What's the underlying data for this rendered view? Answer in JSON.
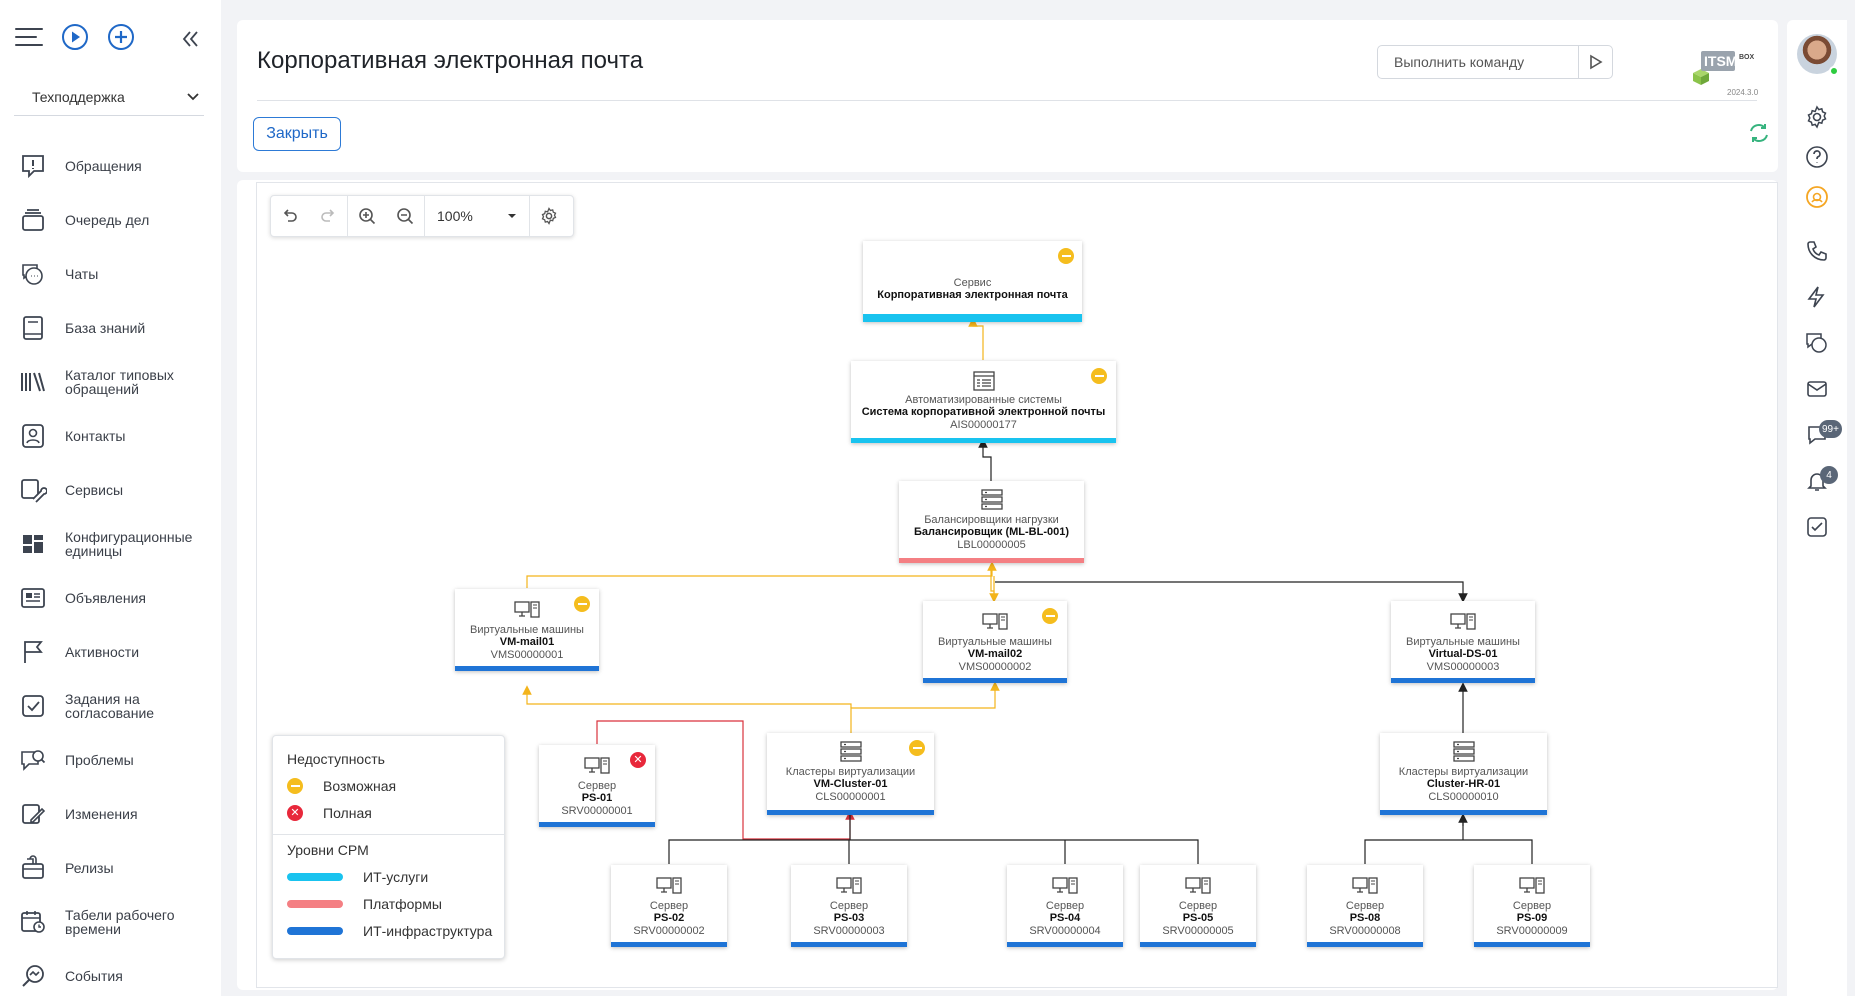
{
  "sidebar": {
    "department": "Техподдержка",
    "items": [
      {
        "label": "Обращения"
      },
      {
        "label": "Очередь дел"
      },
      {
        "label": "Чаты"
      },
      {
        "label": "База знаний"
      },
      {
        "label": "Каталог типовых обращений"
      },
      {
        "label": "Контакты"
      },
      {
        "label": "Сервисы"
      },
      {
        "label": "Конфигурационные единицы"
      },
      {
        "label": "Объявления"
      },
      {
        "label": "Активности"
      },
      {
        "label": "Задания на согласование"
      },
      {
        "label": "Проблемы"
      },
      {
        "label": "Изменения"
      },
      {
        "label": "Релизы"
      },
      {
        "label": "Табели рабочего времени"
      },
      {
        "label": "События"
      }
    ]
  },
  "header": {
    "title": "Корпоративная электронная почта",
    "command_placeholder": "Выполнить команду",
    "logo_text": "ITSM",
    "logo_suffix": "BOX",
    "version": "2024.3.0",
    "close_label": "Закрыть"
  },
  "toolbar": {
    "zoom": "100%"
  },
  "diagram": {
    "nodes": {
      "service": {
        "type": "Сервис",
        "name": "Корпоративная электронная почта",
        "code": ""
      },
      "ais": {
        "type": "Автоматизированные системы",
        "name": "Система корпоративной электронной почты",
        "code": "AIS00000177"
      },
      "lbl": {
        "type": "Балансировщики нагрузки",
        "name": "Балансировщик (ML-BL-001)",
        "code": "LBL00000005"
      },
      "vm1": {
        "type": "Виртуальные машины",
        "name": "VM-mail01",
        "code": "VMS00000001"
      },
      "vm2": {
        "type": "Виртуальные машины",
        "name": "VM-mail02",
        "code": "VMS00000002"
      },
      "vm3": {
        "type": "Виртуальные машины",
        "name": "Virtual-DS-01",
        "code": "VMS00000003"
      },
      "ps01": {
        "type": "Сервер",
        "name": "PS-01",
        "code": "SRV00000001"
      },
      "cl1": {
        "type": "Кластеры виртуализации",
        "name": "VM-Cluster-01",
        "code": "CLS00000001"
      },
      "cl10": {
        "type": "Кластеры виртуализации",
        "name": "Cluster-HR-01",
        "code": "CLS00000010"
      },
      "ps02": {
        "type": "Сервер",
        "name": "PS-02",
        "code": "SRV00000002"
      },
      "ps03": {
        "type": "Сервер",
        "name": "PS-03",
        "code": "SRV00000003"
      },
      "ps04": {
        "type": "Сервер",
        "name": "PS-04",
        "code": "SRV00000004"
      },
      "ps05": {
        "type": "Сервер",
        "name": "PS-05",
        "code": "SRV00000005"
      },
      "ps08": {
        "type": "Сервер",
        "name": "PS-08",
        "code": "SRV00000008"
      },
      "ps09": {
        "type": "Сервер",
        "name": "PS-09",
        "code": "SRV00000009"
      }
    }
  },
  "legend": {
    "unavailability_title": "Недоступность",
    "possible": "Возможная",
    "full": "Полная",
    "levels_title": "Уровни CPM",
    "it_services": "ИТ-услуги",
    "platforms": "Платформы",
    "infrastructure": "ИТ-инфраструктура"
  },
  "right_sidebar": {
    "notifications_count": "99+",
    "tasks_count": "4"
  },
  "colors": {
    "it_services": "#19c3ef",
    "platforms": "#f47f83",
    "infrastructure": "#1f74d6",
    "warning": "#f5bd1e",
    "critical": "#e8283b",
    "accent": "#2d7ad6"
  }
}
